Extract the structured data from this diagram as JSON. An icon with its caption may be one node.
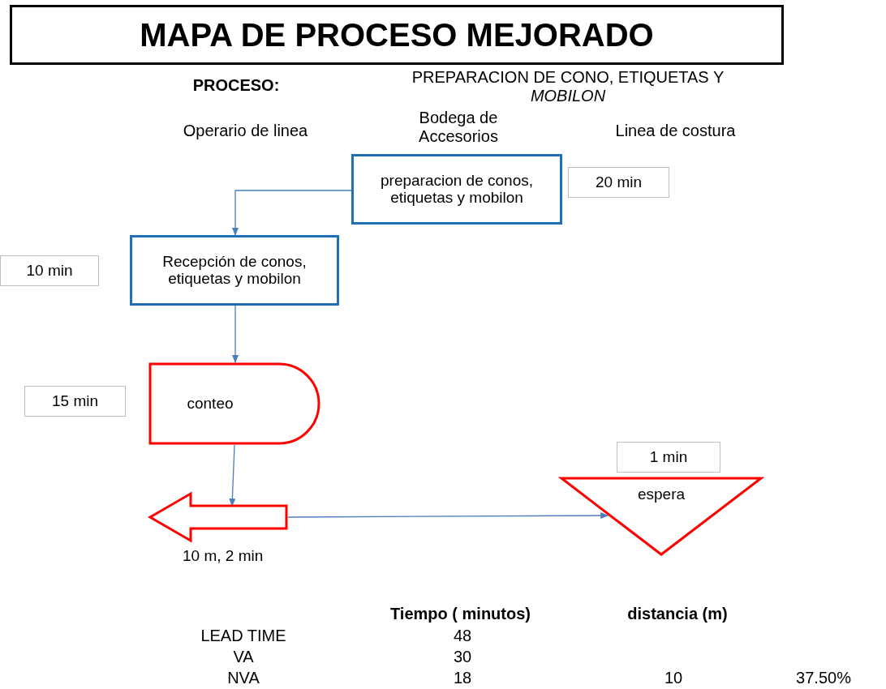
{
  "diagram": {
    "title": "MAPA DE PROCESO MEJORADO",
    "nodes": [
      {
        "text": [
          "preparacion de conos, etiquetas y mobilon"
        ],
        "beside": [
          "20 min"
        ]
      },
      {
        "text": [
          "Recepción de conos, etiquetas y mobilon"
        ],
        "beside": [
          "10 min"
        ]
      },
      {
        "text": [
          "conteo"
        ],
        "beside": [
          "15 min"
        ]
      },
      {
        "text": [],
        "shape": "arrow",
        "beside": [
          "10 m, 2 min"
        ]
      },
      {
        "text": [
          "espera"
        ],
        "beside": [
          "1 min"
        ]
      }
    ],
    "edges": [
      {
        "from": 0,
        "to": 1,
        "arrow": "to"
      },
      {
        "from": 1,
        "to": 2,
        "arrow": "to"
      },
      {
        "from": 2,
        "to": 3,
        "arrow": "to"
      },
      {
        "from": 3,
        "to": 4,
        "arrow": "to"
      }
    ],
    "labels": [
      "PROCESO:",
      "PREPARACION DE CONO, ETIQUETAS Y *MOBILON*",
      "Operario de linea",
      "Bodega de Accesorios",
      "Linea de costura",
      "Tiempo ( minutos)",
      "distancia (m)",
      "LEAD TIME",
      "48",
      "VA",
      "30",
      "NVA",
      "18",
      "10",
      "37.50%"
    ]
  }
}
